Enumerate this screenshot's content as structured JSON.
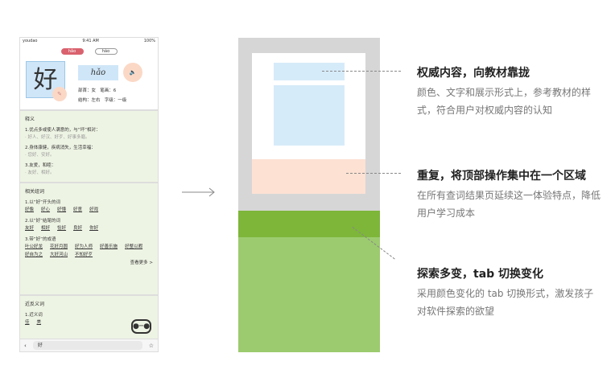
{
  "phone": {
    "status": {
      "carrier": "youdao",
      "time": "9:41 AM",
      "battery": "100%"
    },
    "pinyin_tabs": [
      "hǎo",
      "hào"
    ],
    "character": "好",
    "pinyin": "hǎo",
    "radical": "部首：女",
    "strokes": "笔画：6",
    "structure": "结构：左右",
    "level": "字级：一级",
    "definition": {
      "title": "释义",
      "items": [
        {
          "text": "1.优点多或使人满意的，与“坏”相对：",
          "eg": "· 好人、好汉、好歹、好事多磨。"
        },
        {
          "text": "2.身体康健，疾病消失，生活幸福：",
          "eg": "· 您好、安好。"
        },
        {
          "text": "3.友爱，和睦：",
          "eg": "· 友好、相好。"
        }
      ]
    },
    "words": {
      "title": "相关组词",
      "groups": [
        {
          "label": "1.以“好”开头的词",
          "items": [
            "好像",
            "好心",
            "好懂",
            "好意",
            "好戏"
          ]
        },
        {
          "label": "2.以“好”结尾的词",
          "items": [
            "友好",
            "相好",
            "恰好",
            "良好",
            "你好"
          ]
        },
        {
          "label": "3.带“好”的成语",
          "items": [
            "叶公好龙",
            "花好月圆",
            "好为人师",
            "好善乐施",
            "好整以暇",
            "好自为之",
            "大好河山",
            "不知好歹"
          ]
        }
      ],
      "more": "查看更多 >"
    },
    "synonyms": {
      "title": "近反义词",
      "sub": "1.近义词",
      "items": [
        "佳",
        "美"
      ]
    },
    "search_value": "好"
  },
  "notes": [
    {
      "title": "权威内容，向教材靠拢",
      "desc": "颜色、文字和展示形式上，参考教材的样式，符合用户对权威内容的认知"
    },
    {
      "title": "重复，将顶部操作集中在一个区域",
      "desc": "在所有查词结果页延续这一体验特点，降低用户学习成本"
    },
    {
      "title": "探索多变，tab 切换变化",
      "desc": "采用颜色变化的 tab 切换形式，激发孩子对软件探索的欲望"
    }
  ]
}
